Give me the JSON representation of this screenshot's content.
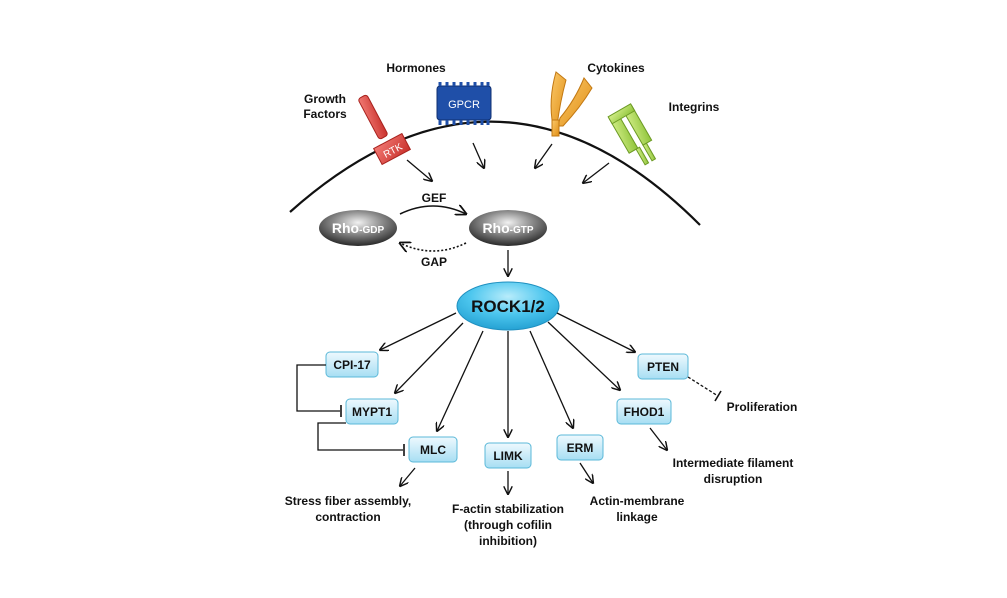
{
  "stimuli": {
    "growth_factors_line1": "Growth",
    "growth_factors_line2": "Factors",
    "hormones": "Hormones",
    "cytokines": "Cytokines",
    "integrins": "Integrins"
  },
  "receptors": {
    "rtk": "RTK",
    "gpcr": "GPCR"
  },
  "cycle": {
    "rho_gdp_main": "Rho",
    "rho_gdp_sub": "-GDP",
    "rho_gtp_main": "Rho",
    "rho_gtp_sub": "-GTP",
    "gef": "GEF",
    "gap": "GAP"
  },
  "rock": "ROCK1/2",
  "targets": {
    "cpi17": "CPI-17",
    "mypt1": "MYPT1",
    "mlc": "MLC",
    "limk": "LIMK",
    "erm": "ERM",
    "fhod1": "FHOD1",
    "pten": "PTEN"
  },
  "outcomes": {
    "stress_line1": "Stress fiber assembly,",
    "stress_line2": "contraction",
    "factin_line1": "F-actin stabilization",
    "factin_line2": "(through cofilin",
    "factin_line3": "inhibition)",
    "actin_line1": "Actin-membrane",
    "actin_line2": "linkage",
    "inter_line1": "Intermediate filament",
    "inter_line2": "disruption",
    "proliferation": "Proliferation"
  },
  "colors": {
    "box_fill_top": "#e6f7fd",
    "box_fill_bottom": "#a9e1f5",
    "box_stroke": "#5bb8d8",
    "rock_fill": "#39c0ea",
    "rtk_fill": "#e0433f",
    "gpcr_fill": "#1f4fa8",
    "cytokine_fill": "#f4a72e",
    "integrin_fill": "#a8d64a"
  }
}
